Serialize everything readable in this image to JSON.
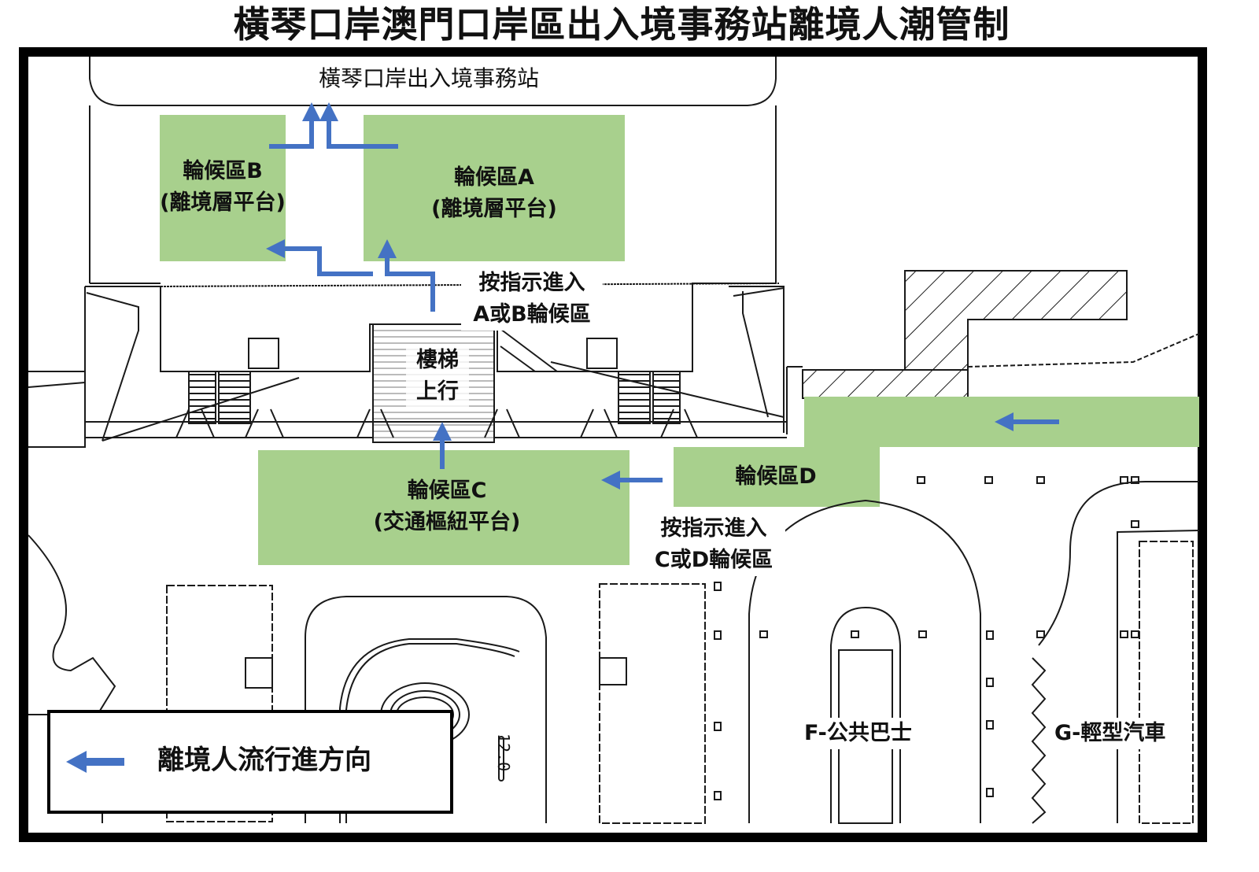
{
  "page": {
    "title": "橫琴口岸澳門口岸區出入境事務站離境人潮管制"
  },
  "map": {
    "building_label": "橫琴口岸出入境事務站",
    "stairs_label_line1": "樓梯",
    "stairs_label_line2": "上行",
    "dimension_label": "12.0",
    "colors": {
      "zone_fill": "#a8d08d",
      "arrow": "#4472c4",
      "line": "#1a1a1a"
    },
    "zones": [
      {
        "id": "A",
        "name": "輪候區A",
        "sub": "(離境層平台)"
      },
      {
        "id": "B",
        "name": "輪候區B",
        "sub": "(離境層平台)"
      },
      {
        "id": "C",
        "name": "輪候區C",
        "sub": "(交通樞紐平台)"
      },
      {
        "id": "D",
        "name": "輪候區D",
        "sub": ""
      }
    ],
    "instructions": [
      {
        "line1": "按指示進入",
        "line2": "A或B輪候區"
      },
      {
        "line1": "按指示進入",
        "line2": "C或D輪候區"
      }
    ],
    "transport": [
      {
        "label": "F-公共巴士"
      },
      {
        "label": "G-輕型汽車"
      }
    ]
  },
  "legend": {
    "icon": "left-arrow-icon",
    "label": "離境人流行進方向"
  }
}
